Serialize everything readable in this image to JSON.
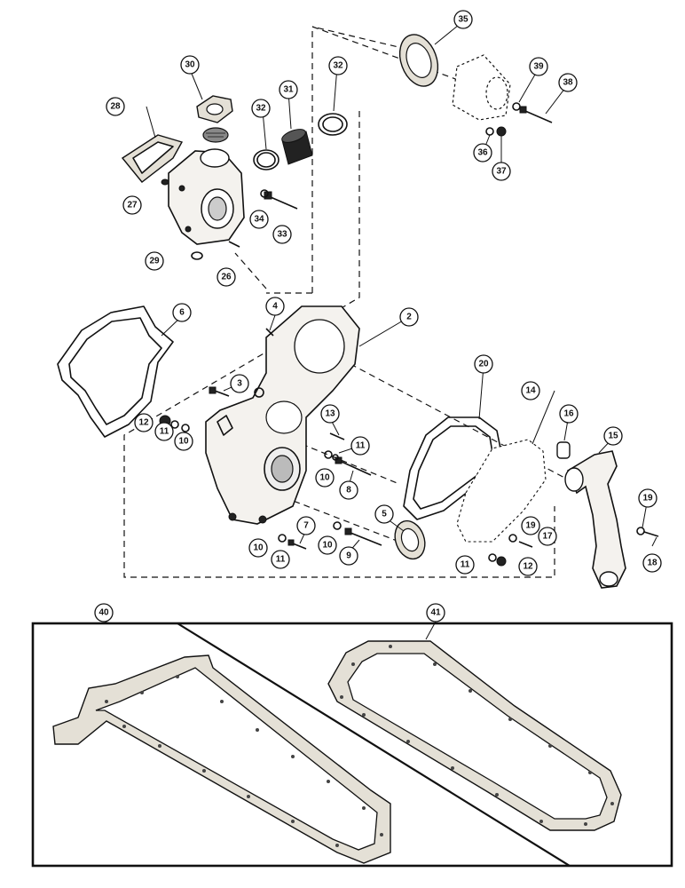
{
  "callouts": {
    "c2": "2",
    "c3": "3",
    "c4": "4",
    "c5": "5",
    "c6": "6",
    "c7": "7",
    "c8": "8",
    "c9": "9",
    "c10a": "10",
    "c10b": "10",
    "c10c": "10",
    "c10d": "10",
    "c11a": "11",
    "c11b": "11",
    "c11c": "11",
    "c11d": "11",
    "c12a": "12",
    "c12b": "12",
    "c13": "13",
    "c14": "14",
    "c15": "15",
    "c16": "16",
    "c17": "17",
    "c18": "18",
    "c19a": "19",
    "c19b": "19",
    "c20": "20",
    "c26": "26",
    "c27": "27",
    "c28": "28",
    "c29": "29",
    "c30": "30",
    "c31": "31",
    "c32a": "32",
    "c32b": "32",
    "c33": "33",
    "c34": "34",
    "c35": "35",
    "c36": "36",
    "c37": "37",
    "c38": "38",
    "c39": "39",
    "c40": "40",
    "c41": "41"
  }
}
